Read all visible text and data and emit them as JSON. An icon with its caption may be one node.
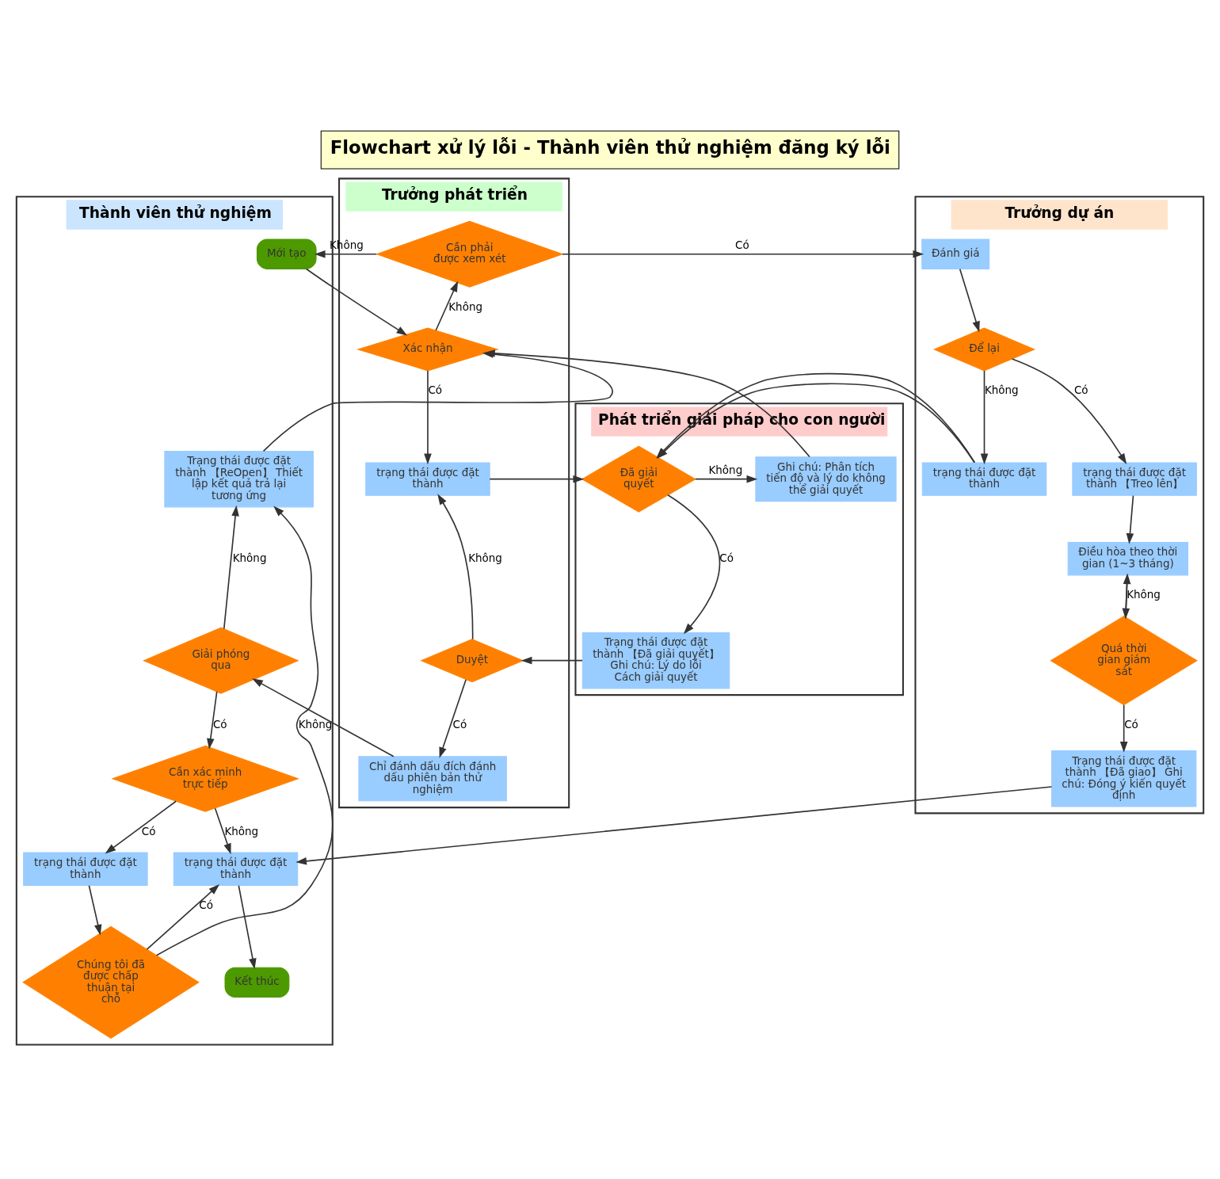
{
  "diagram": {
    "title": "Flowchart xử lý lỗi - Thành viên thử nghiệm đăng ký lỗi",
    "nodes": [
      {
        "text": [
          "Thành viên thử nghiệm"
        ]
      },
      {
        "text": [
          "Trưởng phát triển"
        ]
      },
      {
        "text": [
          "Phát triển giải pháp cho con người"
        ]
      },
      {
        "text": [
          "Trưởng dự án"
        ]
      },
      {
        "text": [
          "Mới tạo"
        ],
        "in": 0
      },
      {
        "text": [
          "Trạng thái được đặt thành 【ReOpen】 Thiết lập kết quả trả lại tương ứng"
        ],
        "in": 0
      },
      {
        "text": [
          "Giải phóng qua"
        ],
        "in": 0
      },
      {
        "text": [
          "Cần xác minh trực tiếp"
        ],
        "in": 0
      },
      {
        "text": [
          "trạng thái được đặt thành"
        ],
        "in": 0
      },
      {
        "text": [
          "trạng thái được đặt thành"
        ],
        "in": 0
      },
      {
        "text": [
          "Chúng tôi đã được chấp thuận tại chỗ"
        ],
        "in": 0
      },
      {
        "text": [
          "Kết thúc"
        ],
        "in": 0
      },
      {
        "text": [
          "Cần phải được xem xét"
        ],
        "in": 1
      },
      {
        "text": [
          "Xác nhận"
        ],
        "in": 1
      },
      {
        "text": [
          "trạng thái được đặt thành"
        ],
        "in": 1
      },
      {
        "text": [
          "Duyệt"
        ],
        "in": 1
      },
      {
        "text": [
          "Chỉ đánh dấu đích đánh dấu phiên bản thử nghiệm"
        ],
        "in": 1
      },
      {
        "text": [
          "Ghi chú: Phân tích tiến độ và lý do không thể giải quyết"
        ],
        "in": 2
      },
      {
        "text": [
          "Đã giải quyết"
        ],
        "in": 2
      },
      {
        "text": [
          "Trạng thái được đặt thành 【Đã giải quyết】 Ghi chú: Lý do lỗi Cách giải quyết"
        ],
        "in": 2
      },
      {
        "text": [
          "Đánh giá"
        ],
        "in": 3
      },
      {
        "text": [
          "Để lại"
        ],
        "in": 3
      },
      {
        "text": [
          "trạng thái được đặt thành"
        ],
        "in": 3
      },
      {
        "text": [
          "trạng thái được đặt thành 【Treo lên】"
        ],
        "in": 3
      },
      {
        "text": [
          "Điều hòa theo thời gian (1~3 tháng)"
        ],
        "in": 3
      },
      {
        "text": [
          "Quá thời gian giám sát"
        ],
        "in": 3
      },
      {
        "text": [
          "Trạng thái được đặt thành 【Đã giao】 Ghi chú: Đóng ý kiến quyết định"
        ],
        "in": 3
      }
    ],
    "edges": [
      {
        "from": 12,
        "to": 4,
        "arrow": "to",
        "label": "Không"
      },
      {
        "from": 12,
        "to": 20,
        "arrow": "to",
        "label": "Có"
      },
      {
        "from": 4,
        "to": 13,
        "arrow": "to"
      },
      {
        "from": 17,
        "to": 13,
        "arrow": "to"
      },
      {
        "from": 13,
        "to": 12,
        "arrow": "to",
        "label": "Không"
      },
      {
        "from": 13,
        "to": 14,
        "arrow": "to",
        "label": "Có"
      },
      {
        "from": 5,
        "to": 13,
        "arrow": "to"
      },
      {
        "from": 6,
        "to": 5,
        "arrow": "to",
        "label": "Không"
      },
      {
        "from": 6,
        "to": 7,
        "arrow": "to",
        "label": "Có"
      },
      {
        "from": 7,
        "to": 8,
        "arrow": "to",
        "label": "Có"
      },
      {
        "from": 7,
        "to": 9,
        "arrow": "to",
        "label": "Không"
      },
      {
        "from": 8,
        "to": 10,
        "arrow": "to"
      },
      {
        "from": 10,
        "to": 5,
        "arrow": "to",
        "label": "Không"
      },
      {
        "from": 10,
        "to": 9,
        "arrow": "to",
        "label": "Có"
      },
      {
        "from": 9,
        "to": 11,
        "arrow": "to"
      },
      {
        "from": 14,
        "to": 18,
        "arrow": "to"
      },
      {
        "from": 18,
        "to": 17,
        "arrow": "to",
        "label": "Không"
      },
      {
        "from": 18,
        "to": 19,
        "arrow": "to",
        "label": "Có"
      },
      {
        "from": 19,
        "to": 15,
        "arrow": "to"
      },
      {
        "from": 15,
        "to": 14,
        "arrow": "to",
        "label": "Không"
      },
      {
        "from": 15,
        "to": 16,
        "arrow": "to",
        "label": "Có"
      },
      {
        "from": 16,
        "to": 6,
        "arrow": "to"
      },
      {
        "from": 22,
        "to": 18,
        "arrow": "to"
      },
      {
        "from": 20,
        "to": 21,
        "arrow": "to"
      },
      {
        "from": 21,
        "to": 22,
        "arrow": "to",
        "label": "Không"
      },
      {
        "from": 21,
        "to": 23,
        "arrow": "to",
        "label": "Có"
      },
      {
        "from": 23,
        "to": 24,
        "arrow": "to"
      },
      {
        "from": 24,
        "to": 25,
        "arrow": "to"
      },
      {
        "from": 25,
        "to": 24,
        "arrow": "to",
        "label": "Không"
      },
      {
        "from": 25,
        "to": 26,
        "arrow": "to",
        "label": "Có"
      },
      {
        "from": 26,
        "to": 9,
        "arrow": "to"
      }
    ]
  }
}
